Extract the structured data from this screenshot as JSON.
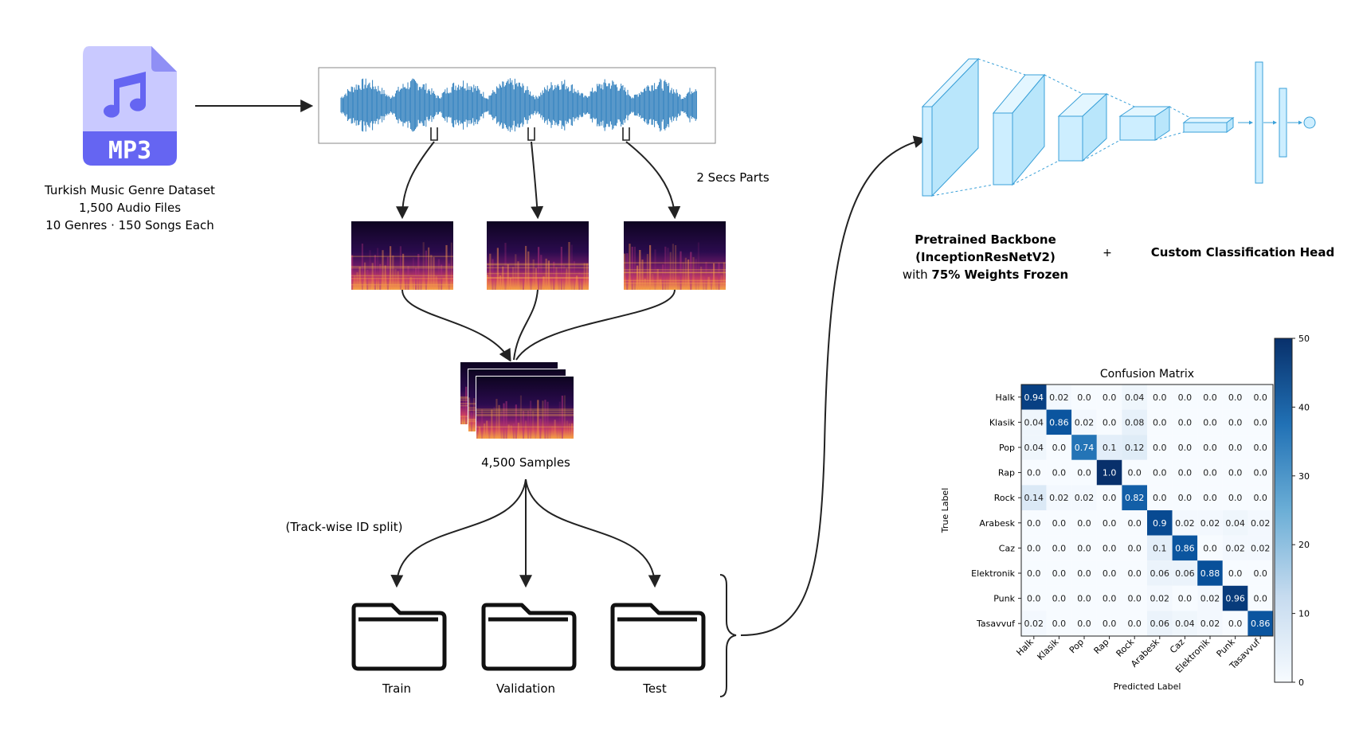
{
  "dataset": {
    "file_badge": "MP3",
    "title": "Turkish Music Genre Dataset",
    "line2": "1,500 Audio Files",
    "line3": "10 Genres · 150 Songs Each"
  },
  "segment_label": "2 Secs Parts",
  "samples_label": "4,500 Samples",
  "split_label": "(Track-wise ID split)",
  "folders": [
    "Train",
    "Validation",
    "Test"
  ],
  "model": {
    "backbone_line1": "Pretrained Backbone",
    "backbone_line2": "(InceptionResNetV2)",
    "backbone_line3_prefix": "with ",
    "backbone_line3_bold": "75% Weights Frozen",
    "plus": "+",
    "head_label": "Custom Classification Head"
  },
  "colors": {
    "mp3_body": "#c9c9ff",
    "mp3_band": "#6565f2",
    "wave": "#2f7fbd",
    "cnn_fill": "#cdeeff",
    "cnn_stroke": "#3aa0d8",
    "arrow": "#222222"
  },
  "chart_data": {
    "type": "heatmap",
    "title": "Confusion Matrix",
    "xlabel": "Predicted Label",
    "ylabel": "True Label",
    "labels": [
      "Halk",
      "Klasik",
      "Pop",
      "Rap",
      "Rock",
      "Arabesk",
      "Caz",
      "Elektronik",
      "Punk",
      "Tasavvuf"
    ],
    "matrix": [
      [
        0.94,
        0.02,
        0.0,
        0.0,
        0.04,
        0.0,
        0.0,
        0.0,
        0.0,
        0.0
      ],
      [
        0.04,
        0.86,
        0.02,
        0.0,
        0.08,
        0.0,
        0.0,
        0.0,
        0.0,
        0.0
      ],
      [
        0.04,
        0.0,
        0.74,
        0.1,
        0.12,
        0.0,
        0.0,
        0.0,
        0.0,
        0.0
      ],
      [
        0.0,
        0.0,
        0.0,
        1.0,
        0.0,
        0.0,
        0.0,
        0.0,
        0.0,
        0.0
      ],
      [
        0.14,
        0.02,
        0.02,
        0.0,
        0.82,
        0.0,
        0.0,
        0.0,
        0.0,
        0.0
      ],
      [
        0.0,
        0.0,
        0.0,
        0.0,
        0.0,
        0.9,
        0.02,
        0.02,
        0.04,
        0.02
      ],
      [
        0.0,
        0.0,
        0.0,
        0.0,
        0.0,
        0.1,
        0.86,
        0.0,
        0.02,
        0.02
      ],
      [
        0.0,
        0.0,
        0.0,
        0.0,
        0.0,
        0.06,
        0.06,
        0.88,
        0.0,
        0.0
      ],
      [
        0.0,
        0.0,
        0.0,
        0.0,
        0.0,
        0.02,
        0.0,
        0.02,
        0.96,
        0.0
      ],
      [
        0.02,
        0.0,
        0.0,
        0.0,
        0.0,
        0.06,
        0.04,
        0.02,
        0.0,
        0.86
      ]
    ],
    "colorbar_ticks": [
      0,
      10,
      20,
      30,
      40,
      50
    ],
    "colorbar_range": [
      0,
      50
    ],
    "cmap": "Blues"
  }
}
